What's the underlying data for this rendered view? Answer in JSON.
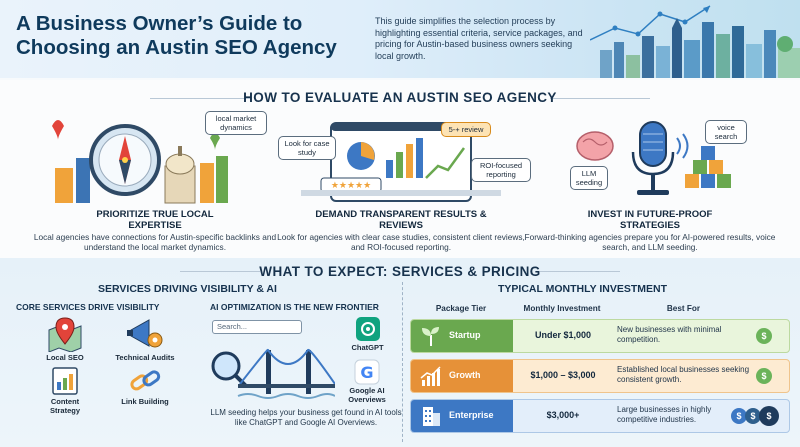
{
  "header": {
    "title": "A Business Owner’s Guide to Choosing an Austin SEO Agency",
    "description": "This guide simplifies the selection process by highlighting essential criteria, service packages, and pricing for Austin-based business owners seeking local growth."
  },
  "evaluate": {
    "heading": "HOW TO EVALUATE AN AUSTIN SEO AGENCY",
    "cards": [
      {
        "bubbles": [
          "local market dynamics"
        ],
        "title": "PRIORITIZE TRUE LOCAL EXPERTISE",
        "description": "Local agencies have connections for Austin-specific backlinks and understand the local market dynamics."
      },
      {
        "bubbles": [
          "Look for case study",
          "5-+ review",
          "ROI-focused reporting"
        ],
        "title": "DEMAND TRANSPARENT RESULTS & REVIEWS",
        "description": "Look for agencies with clear case studies, consistent client reviews, and ROI-focused reporting."
      },
      {
        "bubbles": [
          "voice search",
          "LLM seeding"
        ],
        "title": "INVEST IN FUTURE-PROOF STRATEGIES",
        "description": "Forward-thinking agencies prepare you for AI-powered results, voice search, and LLM seeding."
      }
    ]
  },
  "expect": {
    "heading": "WHAT TO EXPECT: SERVICES & PRICING",
    "services": {
      "heading": "SERVICES DRIVING VISIBILITY & AI",
      "core_heading": "CORE SERVICES DRIVE VISIBILITY",
      "core_items": [
        "Local SEO",
        "Technical Audits",
        "Content Strategy",
        "Link Building"
      ],
      "ai_heading": "AI OPTIMIZATION IS THE NEW FRONTIER",
      "search_placeholder": "Search...",
      "ai_tools": [
        "ChatGPT",
        "Google AI Overviews"
      ],
      "ai_description": "LLM seeding helps your business get found in AI tools like ChatGPT and Google AI Overviews."
    },
    "pricing": {
      "heading": "TYPICAL MONTHLY INVESTMENT",
      "columns": [
        "Package Tier",
        "Monthly Investment",
        "Best For"
      ],
      "rows": [
        {
          "tier": "Startup",
          "investment": "Under $1,000",
          "best_for": "New businesses with minimal competition.",
          "color": "#6aa84f"
        },
        {
          "tier": "Growth",
          "investment": "$1,000 – $3,000",
          "best_for": "Established local businesses seeking consistent growth.",
          "color": "#e69138"
        },
        {
          "tier": "Enterprise",
          "investment": "$3,000+",
          "best_for": "Large businesses in highly competitive industries.",
          "color": "#3d78c4"
        }
      ],
      "coin_symbol": "$"
    }
  }
}
